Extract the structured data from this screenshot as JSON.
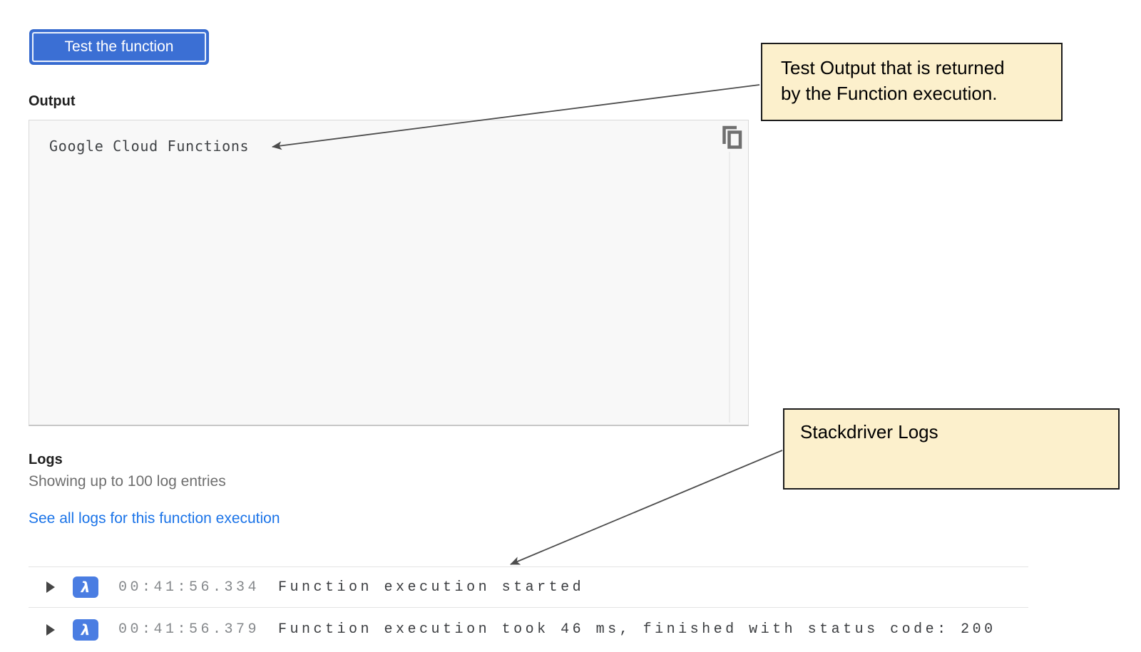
{
  "test_button": {
    "label": "Test the function"
  },
  "output": {
    "label": "Output",
    "value": "Google Cloud Functions"
  },
  "annotations": {
    "output_note": "Test Output that is returned\nby the Function execution.",
    "logs_note": "Stackdriver Logs"
  },
  "logs": {
    "label": "Logs",
    "subtitle": "Showing up to 100 log entries",
    "link": "See all logs for this function execution",
    "entries": [
      {
        "icon": "lambda-icon",
        "time": "00:41:56.334",
        "message": "Function execution started"
      },
      {
        "icon": "lambda-icon",
        "time": "00:41:56.379",
        "message": "Function execution took 46 ms, finished with status code: 200"
      }
    ]
  },
  "icons": {
    "lambda_glyph": "λ"
  },
  "colors": {
    "button_blue": "#3b6fd4",
    "link_blue": "#1a73e8",
    "lambda_blue": "#4a7de2",
    "callout_bg": "#fcf0cc",
    "arrow_gray": "#4c4c4c"
  }
}
